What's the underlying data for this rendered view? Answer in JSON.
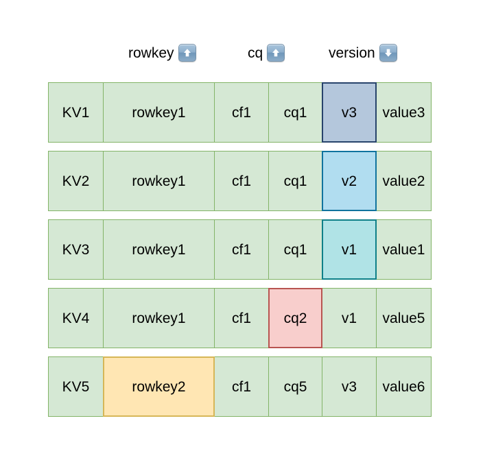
{
  "diagram": {
    "title_absent": true,
    "sort_header": [
      {
        "label": "rowkey",
        "direction": "ascending",
        "icon": "arrow-up-icon"
      },
      {
        "label": "cq",
        "direction": "ascending",
        "icon": "arrow-up-icon"
      },
      {
        "label": "version",
        "direction": "descending",
        "icon": "arrow-down-icon"
      }
    ],
    "columns": [
      "kv",
      "rowkey",
      "cf",
      "cq",
      "version",
      "value"
    ],
    "rows": [
      {
        "kv": "KV1",
        "rowkey": "rowkey1",
        "cf": "cf1",
        "cq": "cq1",
        "version": "v3",
        "value": "value3",
        "highlight": {
          "cell": "version",
          "style": "gray"
        }
      },
      {
        "kv": "KV2",
        "rowkey": "rowkey1",
        "cf": "cf1",
        "cq": "cq1",
        "version": "v2",
        "value": "value2",
        "highlight": {
          "cell": "version",
          "style": "blue"
        }
      },
      {
        "kv": "KV3",
        "rowkey": "rowkey1",
        "cf": "cf1",
        "cq": "cq1",
        "version": "v1",
        "value": "value1",
        "highlight": {
          "cell": "version",
          "style": "cyan"
        }
      },
      {
        "kv": "KV4",
        "rowkey": "rowkey1",
        "cf": "cf1",
        "cq": "cq2",
        "version": "v1",
        "value": "value5",
        "highlight": {
          "cell": "cq",
          "style": "pink"
        }
      },
      {
        "kv": "KV5",
        "rowkey": "rowkey2",
        "cf": "cf1",
        "cq": "cq5",
        "version": "v3",
        "value": "value6",
        "highlight": {
          "cell": "rowkey",
          "style": "yellow"
        }
      }
    ],
    "colors": {
      "cell_fill": "#d5e8d4",
      "cell_border": "#82b366",
      "highlight_gray_fill": "#b4c7dc",
      "highlight_gray_border": "#27436b",
      "highlight_blue_fill": "#b1ddf0",
      "highlight_blue_border": "#10739e",
      "highlight_cyan_fill": "#b0e3e6",
      "highlight_cyan_border": "#0e8088",
      "highlight_pink_fill": "#f8cecc",
      "highlight_pink_border": "#b85450",
      "highlight_yellow_fill": "#ffe6b3",
      "highlight_yellow_border": "#d6b656",
      "background": "#ffffff",
      "text": "#000000"
    }
  }
}
